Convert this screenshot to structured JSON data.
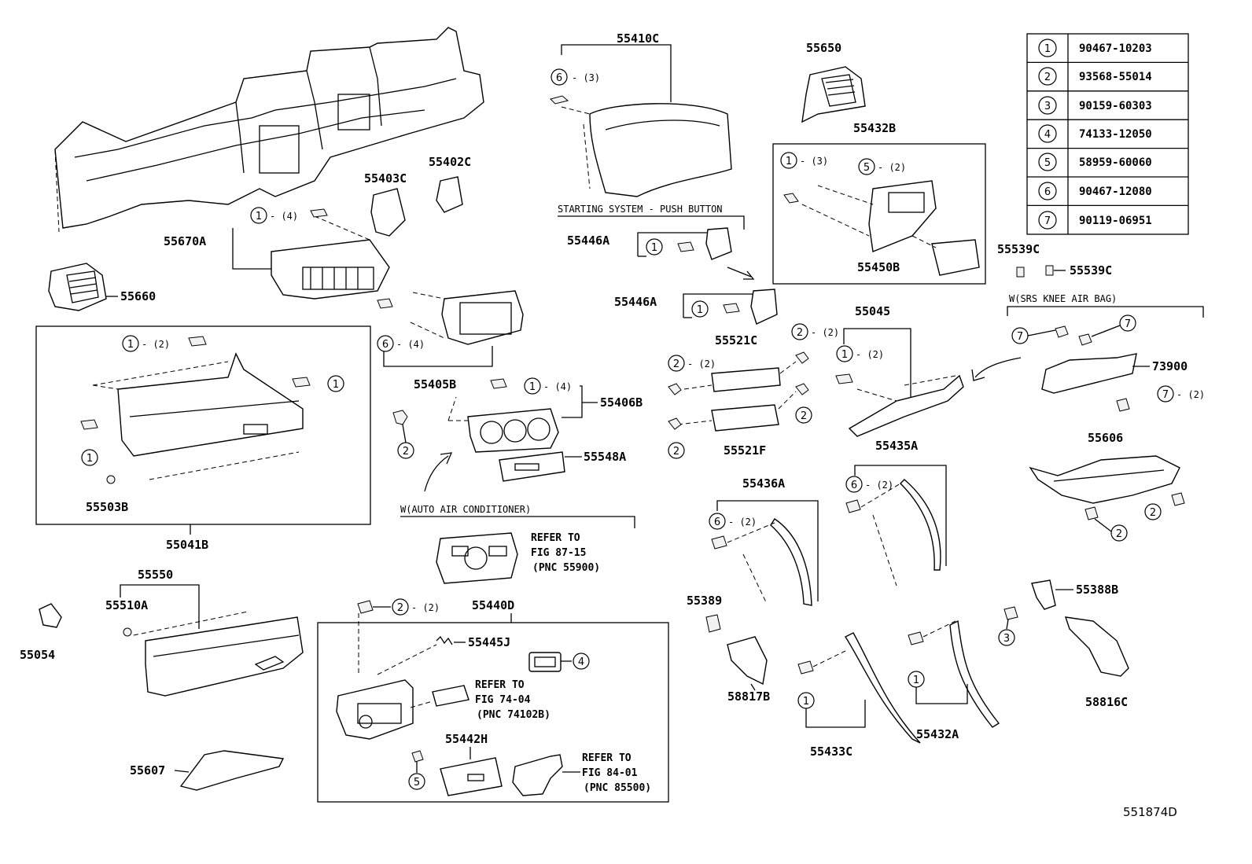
{
  "legend": [
    {
      "num": "1",
      "part": "90467-10203"
    },
    {
      "num": "2",
      "part": "93568-55014"
    },
    {
      "num": "3",
      "part": "90159-60303"
    },
    {
      "num": "4",
      "part": "74133-12050"
    },
    {
      "num": "5",
      "part": "58959-60060"
    },
    {
      "num": "6",
      "part": "90467-12080"
    },
    {
      "num": "7",
      "part": "90119-06951"
    }
  ],
  "parts": {
    "p55410C": "55410C",
    "p55650": "55650",
    "p55432B": "55432B",
    "p55402C": "55402C",
    "p55403C": "55403C",
    "p55670A": "55670A",
    "p55660": "55660",
    "p55446A_1": "55446A",
    "p55446A_2": "55446A",
    "p55450B": "55450B",
    "p55539C_1": "55539C",
    "p55539C_2": "55539C",
    "p55405B": "55405B",
    "p55521C": "55521C",
    "p55045": "55045",
    "p73900": "73900",
    "p55406B": "55406B",
    "p55548A": "55548A",
    "p55521F": "55521F",
    "p55503B": "55503B",
    "p55041B": "55041B",
    "p55435A": "55435A",
    "p55436A": "55436A",
    "p55606": "55606",
    "p55550": "55550",
    "p55510A": "55510A",
    "p55054": "55054",
    "p55440D": "55440D",
    "p55445J": "55445J",
    "p55442H": "55442H",
    "p55607": "55607",
    "p55389": "55389",
    "p55388B": "55388B",
    "p58817B": "58817B",
    "p58816C": "58816C",
    "p55433C": "55433C",
    "p55432A": "55432A"
  },
  "qty": {
    "q6_3": "- (3)",
    "q1_3": "- (3)",
    "q5_2": "- (2)",
    "q1_4a": "- (4)",
    "q1_2a": "- (2)",
    "q6_4": "- (4)",
    "q1_4b": "- (4)",
    "q2_2a": "- (2)",
    "q2_2b": "- (2)",
    "q1_2b": "- (2)",
    "q7_2": "- (2)",
    "q6_2a": "- (2)",
    "q6_2b": "- (2)",
    "q2_2c": "- (2)"
  },
  "notes": {
    "starting": "STARTING SYSTEM - PUSH BUTTON",
    "srs": "W(SRS KNEE AIR BAG)",
    "auto_ac": "W(AUTO AIR CONDITIONER)",
    "refer1_l1": "REFER TO",
    "refer1_l2": "FIG 87-15",
    "refer1_l3": "(PNC 55900)",
    "refer2_l1": "REFER TO",
    "refer2_l2": "FIG 74-04",
    "refer2_l3": "(PNC 74102B)",
    "refer3_l1": "REFER TO",
    "refer3_l2": "FIG 84-01",
    "refer3_l3": "(PNC 85500)",
    "diagram_id": "551874D"
  }
}
